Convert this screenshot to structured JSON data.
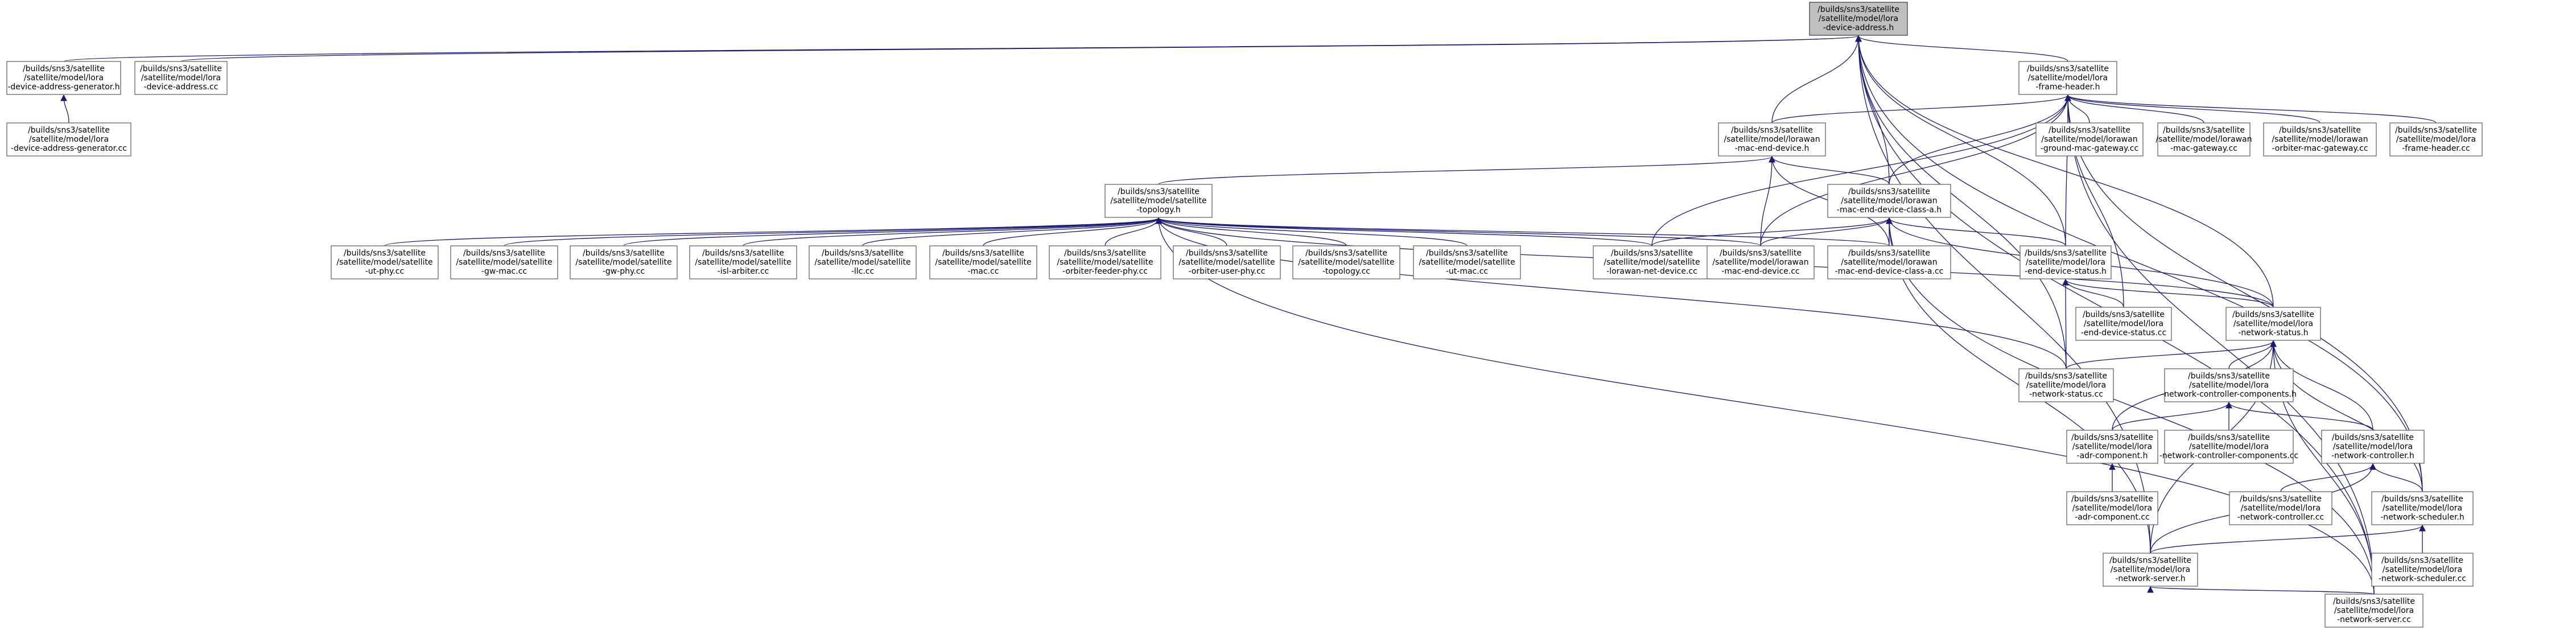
{
  "colors": {
    "edge": "#191970",
    "node_border": "#666666",
    "root_fill": "#bfbfbf",
    "node_fill": "#ffffff"
  },
  "nodes": [
    {
      "id": "root",
      "root": true,
      "lines": [
        "/builds/sns3/satellite",
        "/satellite/model/lora",
        "-device-address.h"
      ]
    },
    {
      "id": "dag_h",
      "lines": [
        "/builds/sns3/satellite",
        "/satellite/model/lora",
        "-device-address-generator.h"
      ]
    },
    {
      "id": "da_cc",
      "lines": [
        "/builds/sns3/satellite",
        "/satellite/model/lora",
        "-device-address.cc"
      ]
    },
    {
      "id": "dag_cc",
      "lines": [
        "/builds/sns3/satellite",
        "/satellite/model/lora",
        "-device-address-generator.cc"
      ]
    },
    {
      "id": "fh_h",
      "lines": [
        "/builds/sns3/satellite",
        "/satellite/model/lora",
        "-frame-header.h"
      ]
    },
    {
      "id": "med_h",
      "lines": [
        "/builds/sns3/satellite",
        "/satellite/model/lorawan",
        "-mac-end-device.h"
      ]
    },
    {
      "id": "gmg_cc",
      "lines": [
        "/builds/sns3/satellite",
        "/satellite/model/lorawan",
        "-ground-mac-gateway.cc"
      ]
    },
    {
      "id": "mg_cc",
      "lines": [
        "/builds/sns3/satellite",
        "/satellite/model/lorawan",
        "-mac-gateway.cc"
      ]
    },
    {
      "id": "omg_cc",
      "lines": [
        "/builds/sns3/satellite",
        "/satellite/model/lorawan",
        "-orbiter-mac-gateway.cc"
      ]
    },
    {
      "id": "fh_cc",
      "lines": [
        "/builds/sns3/satellite",
        "/satellite/model/lora",
        "-frame-header.cc"
      ]
    },
    {
      "id": "topo_h",
      "lines": [
        "/builds/sns3/satellite",
        "/satellite/model/satellite",
        "-topology.h"
      ]
    },
    {
      "id": "medca_h",
      "lines": [
        "/builds/sns3/satellite",
        "/satellite/model/lorawan",
        "-mac-end-device-class-a.h"
      ]
    },
    {
      "id": "utphy",
      "lines": [
        "/builds/sns3/satellite",
        "/satellite/model/satellite",
        "-ut-phy.cc"
      ]
    },
    {
      "id": "gwmac",
      "lines": [
        "/builds/sns3/satellite",
        "/satellite/model/satellite",
        "-gw-mac.cc"
      ]
    },
    {
      "id": "gwphy",
      "lines": [
        "/builds/sns3/satellite",
        "/satellite/model/satellite",
        "-gw-phy.cc"
      ]
    },
    {
      "id": "isl",
      "lines": [
        "/builds/sns3/satellite",
        "/satellite/model/satellite",
        "-isl-arbiter.cc"
      ]
    },
    {
      "id": "llc",
      "lines": [
        "/builds/sns3/satellite",
        "/satellite/model/satellite",
        "-llc.cc"
      ]
    },
    {
      "id": "mac",
      "lines": [
        "/builds/sns3/satellite",
        "/satellite/model/satellite",
        "-mac.cc"
      ]
    },
    {
      "id": "ofphy",
      "lines": [
        "/builds/sns3/satellite",
        "/satellite/model/satellite",
        "-orbiter-feeder-phy.cc"
      ]
    },
    {
      "id": "ouphy",
      "lines": [
        "/builds/sns3/satellite",
        "/satellite/model/satellite",
        "-orbiter-user-phy.cc"
      ]
    },
    {
      "id": "topo_cc",
      "lines": [
        "/builds/sns3/satellite",
        "/satellite/model/satellite",
        "-topology.cc"
      ]
    },
    {
      "id": "utmac",
      "lines": [
        "/builds/sns3/satellite",
        "/satellite/model/satellite",
        "-ut-mac.cc"
      ]
    },
    {
      "id": "lnd_cc",
      "lines": [
        "/builds/sns3/satellite",
        "/satellite/model/satellite",
        "-lorawan-net-device.cc"
      ]
    },
    {
      "id": "med_cc",
      "lines": [
        "/builds/sns3/satellite",
        "/satellite/model/lorawan",
        "-mac-end-device.cc"
      ]
    },
    {
      "id": "medca_cc",
      "lines": [
        "/builds/sns3/satellite",
        "/satellite/model/lorawan",
        "-mac-end-device-class-a.cc"
      ]
    },
    {
      "id": "eds_h",
      "lines": [
        "/builds/sns3/satellite",
        "/satellite/model/lora",
        "-end-device-status.h"
      ]
    },
    {
      "id": "eds_cc",
      "lines": [
        "/builds/sns3/satellite",
        "/satellite/model/lora",
        "-end-device-status.cc"
      ]
    },
    {
      "id": "ns_h",
      "lines": [
        "/builds/sns3/satellite",
        "/satellite/model/lora",
        "-network-status.h"
      ]
    },
    {
      "id": "ns_cc",
      "lines": [
        "/builds/sns3/satellite",
        "/satellite/model/lora",
        "-network-status.cc"
      ]
    },
    {
      "id": "ncc_h",
      "lines": [
        "/builds/sns3/satellite",
        "/satellite/model/lora",
        "-network-controller-components.h"
      ]
    },
    {
      "id": "adr_h",
      "lines": [
        "/builds/sns3/satellite",
        "/satellite/model/lora",
        "-adr-component.h"
      ]
    },
    {
      "id": "ncc_cc",
      "lines": [
        "/builds/sns3/satellite",
        "/satellite/model/lora",
        "-network-controller-components.cc"
      ]
    },
    {
      "id": "nc_h",
      "lines": [
        "/builds/sns3/satellite",
        "/satellite/model/lora",
        "-network-controller.h"
      ]
    },
    {
      "id": "adr_cc",
      "lines": [
        "/builds/sns3/satellite",
        "/satellite/model/lora",
        "-adr-component.cc"
      ]
    },
    {
      "id": "nc_cc",
      "lines": [
        "/builds/sns3/satellite",
        "/satellite/model/lora",
        "-network-controller.cc"
      ]
    },
    {
      "id": "nsch_h",
      "lines": [
        "/builds/sns3/satellite",
        "/satellite/model/lora",
        "-network-scheduler.h"
      ]
    },
    {
      "id": "nsv_h",
      "lines": [
        "/builds/sns3/satellite",
        "/satellite/model/lora",
        "-network-server.h"
      ]
    },
    {
      "id": "nsch_cc",
      "lines": [
        "/builds/sns3/satellite",
        "/satellite/model/lora",
        "-network-scheduler.cc"
      ]
    },
    {
      "id": "nsv_cc",
      "lines": [
        "/builds/sns3/satellite",
        "/satellite/model/lora",
        "-network-server.cc"
      ]
    }
  ],
  "edges": [
    {
      "from": "dag_h",
      "to": "root"
    },
    {
      "from": "da_cc",
      "to": "root"
    },
    {
      "from": "dag_cc",
      "to": "dag_h"
    },
    {
      "from": "fh_h",
      "to": "root"
    },
    {
      "from": "med_h",
      "to": "root"
    },
    {
      "from": "medca_h",
      "to": "root"
    },
    {
      "from": "eds_h",
      "to": "root"
    },
    {
      "from": "ns_h",
      "to": "root"
    },
    {
      "from": "nsch_h",
      "to": "root"
    },
    {
      "from": "nsv_h",
      "to": "root"
    },
    {
      "from": "nsv_cc",
      "to": "root"
    },
    {
      "from": "ns_cc",
      "to": "root"
    },
    {
      "from": "med_h",
      "to": "fh_h"
    },
    {
      "from": "gmg_cc",
      "to": "fh_h"
    },
    {
      "from": "mg_cc",
      "to": "fh_h"
    },
    {
      "from": "omg_cc",
      "to": "fh_h"
    },
    {
      "from": "fh_cc",
      "to": "fh_h"
    },
    {
      "from": "medca_h",
      "to": "fh_h"
    },
    {
      "from": "eds_h",
      "to": "fh_h"
    },
    {
      "from": "eds_cc",
      "to": "fh_h"
    },
    {
      "from": "nsch_h",
      "to": "fh_h"
    },
    {
      "from": "nsv_cc",
      "to": "fh_h"
    },
    {
      "from": "lnd_cc",
      "to": "fh_h"
    },
    {
      "from": "med_cc",
      "to": "fh_h"
    },
    {
      "from": "topo_h",
      "to": "med_h"
    },
    {
      "from": "medca_h",
      "to": "med_h"
    },
    {
      "from": "med_cc",
      "to": "med_h"
    },
    {
      "from": "medca_cc",
      "to": "med_h"
    },
    {
      "from": "utphy",
      "to": "topo_h"
    },
    {
      "from": "gwmac",
      "to": "topo_h"
    },
    {
      "from": "gwphy",
      "to": "topo_h"
    },
    {
      "from": "isl",
      "to": "topo_h"
    },
    {
      "from": "llc",
      "to": "topo_h"
    },
    {
      "from": "mac",
      "to": "topo_h"
    },
    {
      "from": "ofphy",
      "to": "topo_h"
    },
    {
      "from": "ouphy",
      "to": "topo_h"
    },
    {
      "from": "topo_cc",
      "to": "topo_h"
    },
    {
      "from": "utmac",
      "to": "topo_h"
    },
    {
      "from": "lnd_cc",
      "to": "topo_h"
    },
    {
      "from": "med_cc",
      "to": "topo_h"
    },
    {
      "from": "medca_cc",
      "to": "topo_h"
    },
    {
      "from": "ns_h",
      "to": "topo_h"
    },
    {
      "from": "ns_cc",
      "to": "topo_h"
    },
    {
      "from": "nsv_cc",
      "to": "topo_h"
    },
    {
      "from": "lnd_cc",
      "to": "medca_h"
    },
    {
      "from": "med_cc",
      "to": "medca_h"
    },
    {
      "from": "medca_cc",
      "to": "medca_h"
    },
    {
      "from": "eds_h",
      "to": "medca_h"
    },
    {
      "from": "ns_h",
      "to": "medca_h"
    },
    {
      "from": "nsv_h",
      "to": "medca_h"
    },
    {
      "from": "nsv_cc",
      "to": "medca_h"
    },
    {
      "from": "eds_cc",
      "to": "eds_h"
    },
    {
      "from": "ns_h",
      "to": "eds_h"
    },
    {
      "from": "ns_cc",
      "to": "eds_h"
    },
    {
      "from": "ns_cc",
      "to": "ns_h"
    },
    {
      "from": "ncc_h",
      "to": "ns_h"
    },
    {
      "from": "adr_h",
      "to": "ns_h"
    },
    {
      "from": "nc_h",
      "to": "ns_h"
    },
    {
      "from": "nsch_h",
      "to": "ns_h"
    },
    {
      "from": "nsv_h",
      "to": "ns_h"
    },
    {
      "from": "nsv_cc",
      "to": "ns_h"
    },
    {
      "from": "adr_h",
      "to": "ncc_h"
    },
    {
      "from": "ncc_cc",
      "to": "ncc_h"
    },
    {
      "from": "nc_h",
      "to": "ncc_h"
    },
    {
      "from": "adr_cc",
      "to": "adr_h"
    },
    {
      "from": "nc_cc",
      "to": "nc_h"
    },
    {
      "from": "nsch_h",
      "to": "nc_h"
    },
    {
      "from": "nsv_h",
      "to": "nc_h"
    },
    {
      "from": "nsch_cc",
      "to": "nsch_h"
    },
    {
      "from": "nsv_h",
      "to": "nsch_h"
    },
    {
      "from": "nsv_cc",
      "to": "nsv_h"
    }
  ]
}
